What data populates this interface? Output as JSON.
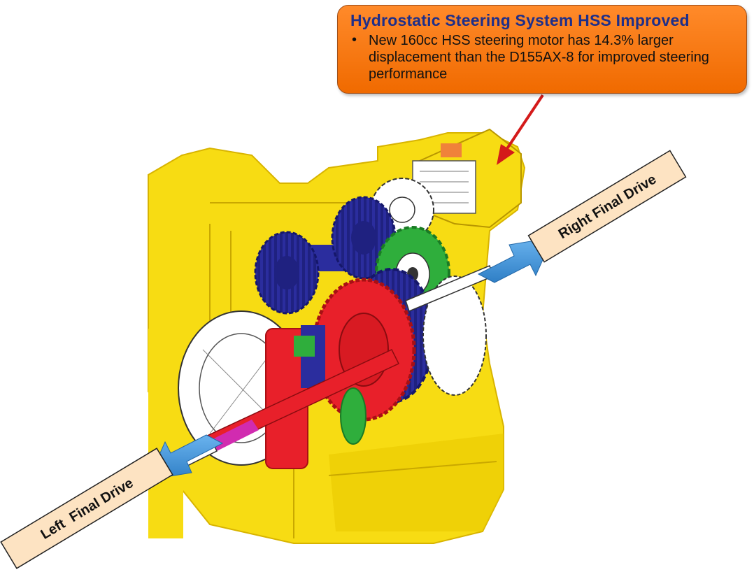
{
  "callout": {
    "title": "Hydrostatic Steering System HSS Improved",
    "bullet": "•",
    "text": "New 160cc HSS steering motor has 14.3% larger displacement than the D155AX-8 for improved steering performance"
  },
  "labels": {
    "right_final_drive": "Right Final Drive",
    "left_final_drive": "Left  Final Drive"
  },
  "colors": {
    "housing_yellow": "#f7dc13",
    "gear_blue": "#2b2d9e",
    "gear_red": "#e8202a",
    "gear_green": "#2fae3c",
    "arrow_blue": "#3d8fd6",
    "label_fill": "#fde3c2",
    "callout_orange": "#f57a10",
    "pointer_red": "#d41a1a"
  }
}
